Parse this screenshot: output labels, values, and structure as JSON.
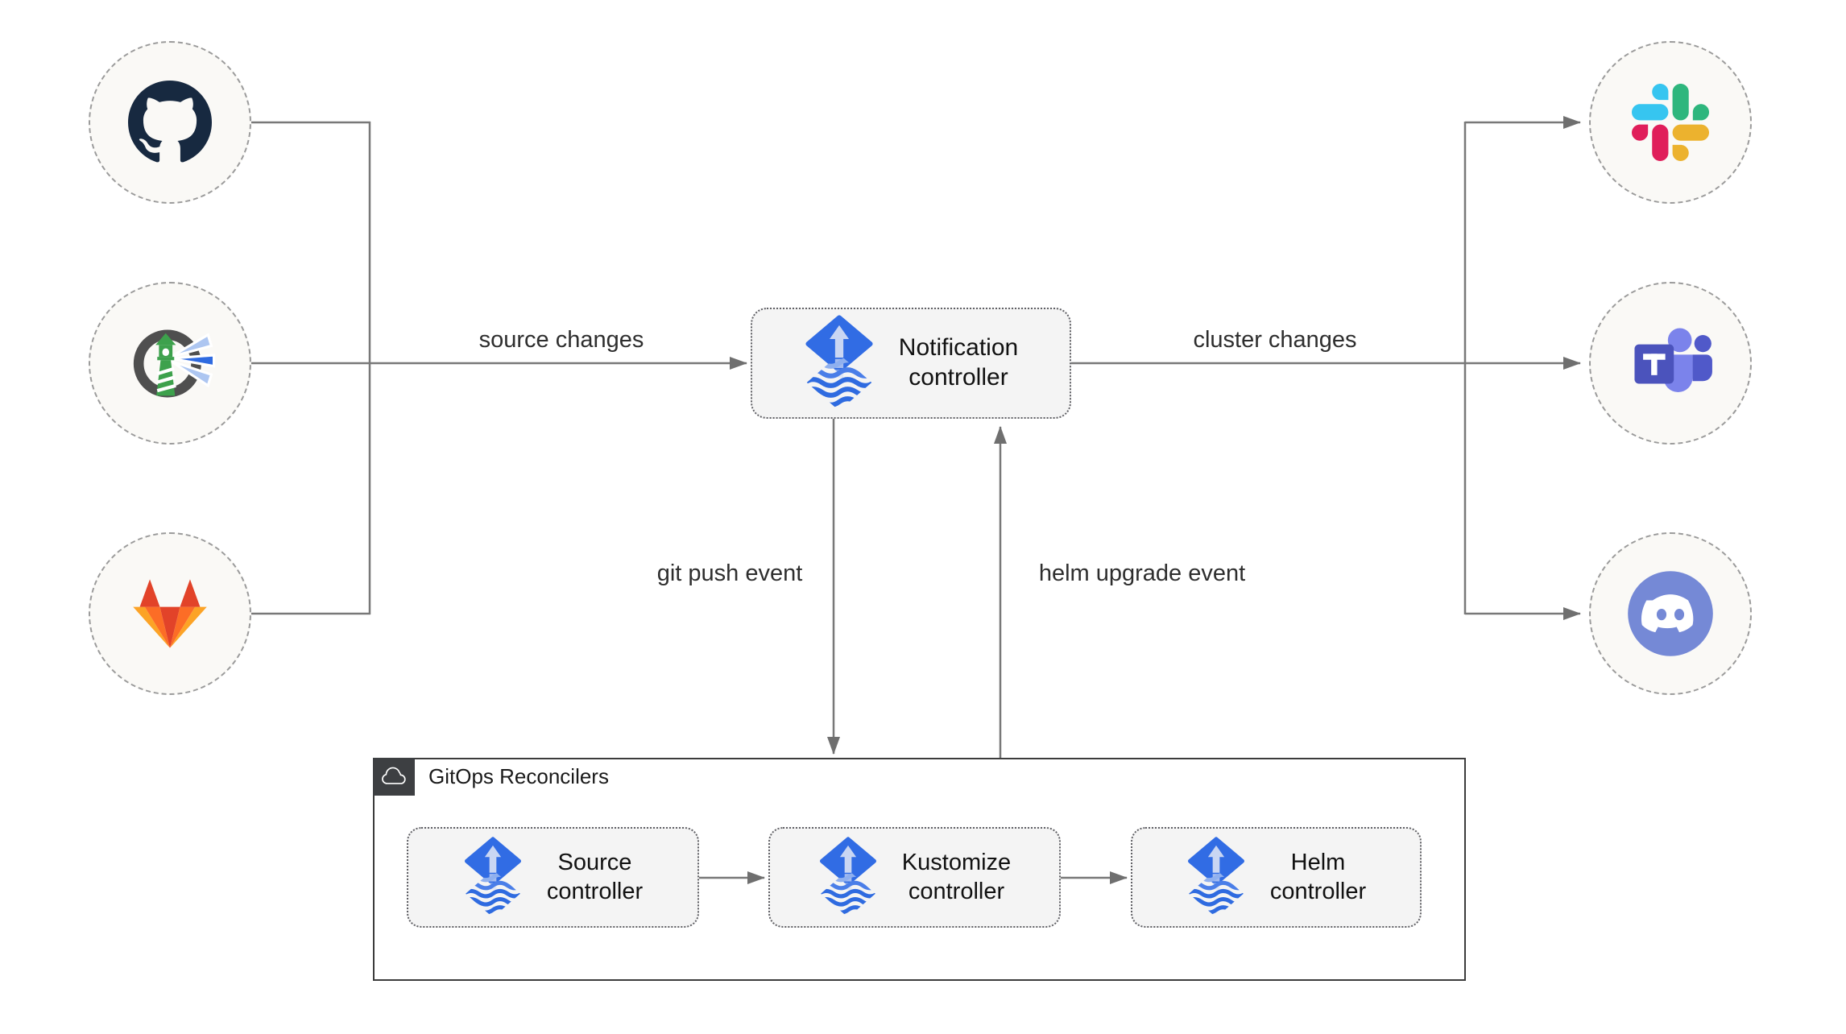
{
  "edges": {
    "source_changes": "source changes",
    "cluster_changes": "cluster changes",
    "git_push_event": "git push event",
    "helm_upgrade_event": "helm upgrade event"
  },
  "nodes": {
    "notification_controller": {
      "label": "Notification\ncontroller",
      "icon": "flux-icon"
    },
    "source_controller": {
      "label": "Source\ncontroller",
      "icon": "flux-icon"
    },
    "kustomize_controller": {
      "label": "Kustomize\ncontroller",
      "icon": "flux-icon"
    },
    "helm_controller": {
      "label": "Helm\ncontroller",
      "icon": "flux-icon"
    }
  },
  "group": {
    "label": "GitOps Reconcilers",
    "icon": "cloud-icon"
  },
  "source_nodes": [
    {
      "icon": "github-icon"
    },
    {
      "icon": "harbor-icon"
    },
    {
      "icon": "gitlab-icon"
    }
  ],
  "target_nodes": [
    {
      "icon": "slack-icon"
    },
    {
      "icon": "teams-icon"
    },
    {
      "icon": "discord-icon"
    }
  ],
  "colors": {
    "flux_blue": "#316ce4",
    "flux_arrow": "#c9d6f3",
    "connector_gray": "#6f6f6f",
    "box_fill": "#f4f4f4",
    "circle_fill": "#faf9f6",
    "group_border": "#3c3c3c",
    "github_dark": "#172940",
    "gitlab_red": "#e24329",
    "gitlab_orange": "#fc6d26",
    "gitlab_yellow": "#fca326",
    "slack_blue": "#36c5f0",
    "slack_green": "#2eb67d",
    "slack_red": "#e01e5a",
    "slack_yellow": "#ecb22e",
    "teams_purple": "#4b53bc",
    "teams_light_purple": "#7b83eb",
    "discord_blurple": "#7589d6",
    "harbor_green": "#3da14c",
    "harbor_ring": "#4f4f4f"
  }
}
